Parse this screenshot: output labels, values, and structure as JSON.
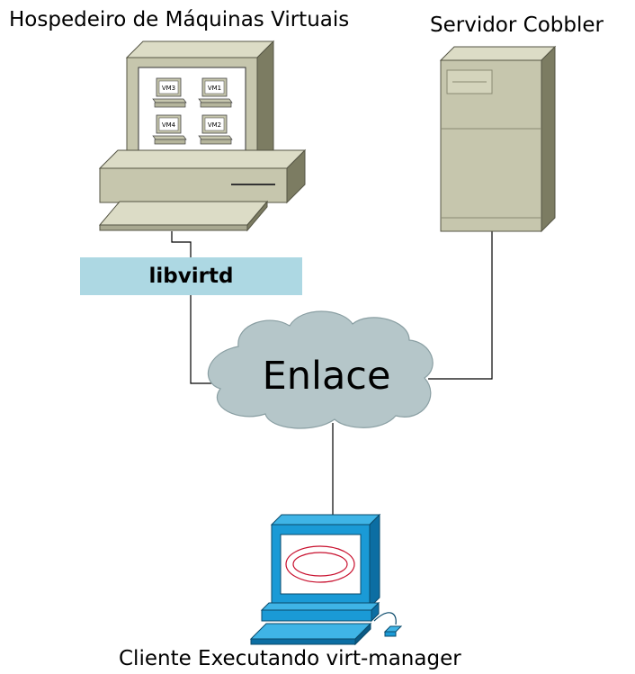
{
  "host": {
    "title": "Hospedeiro de Máquinas Virtuais",
    "vms": [
      "VM3",
      "VM1",
      "VM4",
      "VM2"
    ]
  },
  "server": {
    "title": "Servidor Cobbler"
  },
  "service": {
    "label": "libvirtd"
  },
  "network": {
    "label": "Enlace"
  },
  "client": {
    "title": "Cliente Executando virt-manager"
  },
  "colors": {
    "service_box": "#add8e3",
    "cloud": "#b5c6c9",
    "beige_device": "#c6c6ad",
    "client_blue": "#1a9ad6"
  }
}
